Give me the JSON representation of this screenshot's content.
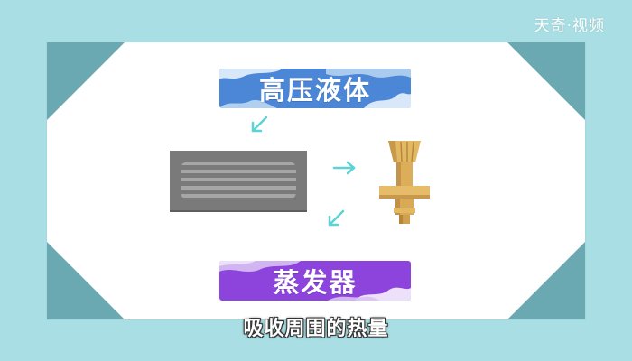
{
  "watermark": "天奇·视频",
  "labels": {
    "top": "高压液体",
    "bottom": "蒸发器"
  },
  "subtitle": "吸收周围的热量",
  "colors": {
    "background": "#a9dfe4",
    "board": "#ffffff",
    "corner": "#6aa9b2",
    "banner_top": "#4c86d6",
    "banner_bottom": "#8d44dc",
    "arrow": "#5ed3d6",
    "condenser": "#7a7a7a",
    "valve": "#e0b561"
  },
  "icons": [
    "arrow-down-left-icon",
    "arrow-right-icon",
    "expansion-valve-icon",
    "condenser-icon"
  ]
}
